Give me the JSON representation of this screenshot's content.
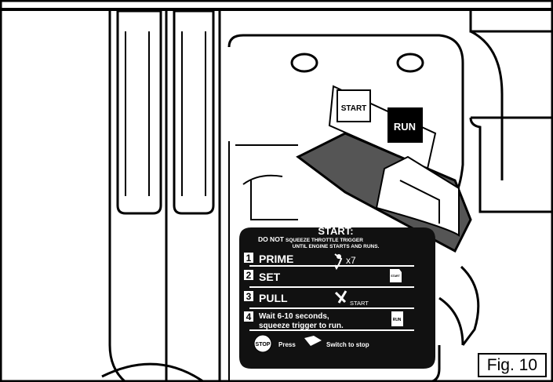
{
  "switch": {
    "start_label": "START",
    "run_label": "RUN"
  },
  "decal": {
    "title": "START:",
    "warning_lead": "DO NOT",
    "warning_rest_1": "SQUEEZE THROTTLE TRIGGER",
    "warning_line_2": "UNTIL ENGINE STARTS AND RUNS.",
    "steps": [
      {
        "number": "1",
        "label": "PRIME",
        "suffix": "x7"
      },
      {
        "number": "2",
        "label": "SET",
        "tag": "START"
      },
      {
        "number": "3",
        "label": "PULL",
        "suffix": "START"
      },
      {
        "number": "4",
        "line1": "Wait 6-10 seconds,",
        "line2": "squeeze trigger to run.",
        "tag": "RUN"
      }
    ],
    "stop": {
      "badge": "STOP",
      "press": "Press",
      "switch_text": "Switch to stop"
    }
  },
  "figure_label": "Fig. 10"
}
